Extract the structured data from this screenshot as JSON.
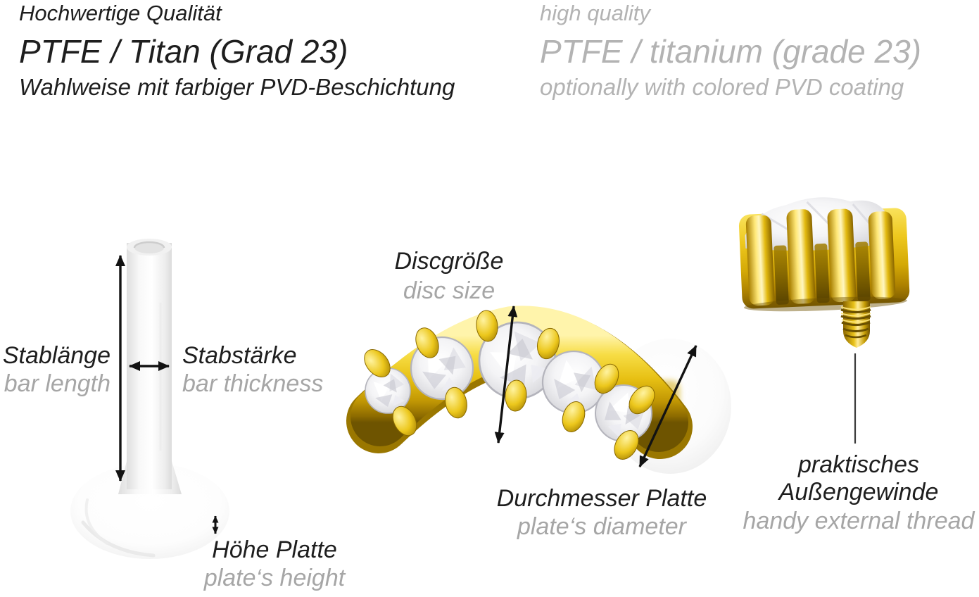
{
  "header": {
    "german": {
      "line1": "Hochwertige Qualität",
      "line2": "PTFE / Titan (Grad 23)",
      "line3": "Wahlweise mit farbiger PVD-Beschichtung"
    },
    "english": {
      "line1": "high quality",
      "line2": "PTFE / titanium (grade 23)",
      "line3": "optionally with colored PVD coating"
    }
  },
  "annotations": {
    "bar_length": {
      "de": "Stablänge",
      "en": "bar length"
    },
    "bar_thickness": {
      "de": "Stabstärke",
      "en": "bar thickness"
    },
    "plate_height": {
      "de": "Höhe Platte",
      "en": "plate‘s height"
    },
    "disc_size": {
      "de": "Discgröße",
      "en": "disc size"
    },
    "plate_diameter": {
      "de": "Durchmesser Platte",
      "en": "plate‘s diameter"
    },
    "external_thread": {
      "de_line1": "praktisches",
      "de_line2": "Außengewinde",
      "en": "handy external thread"
    }
  },
  "illustrations": {
    "labret": "white PTFE labret stud",
    "jewelled_disc": "gold bar with five crystals and silicone plate",
    "threaded_top": "gold crystal top with external thread screw"
  },
  "colors": {
    "background": "#ffffff",
    "text_dark": "#1e1e1e",
    "text_gray_header": "#b3b3b3",
    "text_gray_label": "#a6a6a6",
    "gold_mid": "#e3bc0f",
    "gold_dark": "#7a5a00",
    "gold_light": "#fdf6c0",
    "arrow": "#121212"
  }
}
